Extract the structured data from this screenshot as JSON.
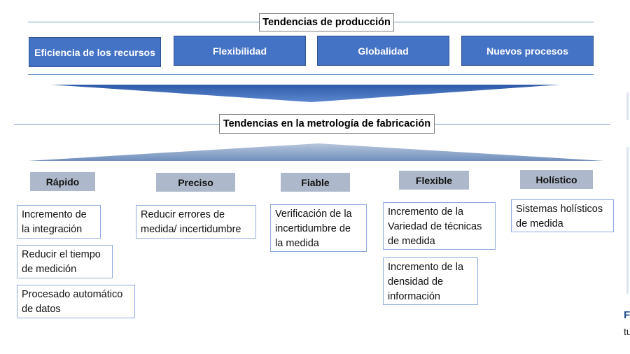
{
  "production": {
    "title": "Tendencias de producción",
    "trends": [
      "Eficiencia de los recursos",
      "Flexibilidad",
      "Globalidad",
      "Nuevos procesos"
    ]
  },
  "metrology": {
    "title": "Tendencias en la metrología de fabricación",
    "categories": [
      {
        "label": "Rápido",
        "items": [
          "Incremento de\nla integración",
          "Reducir el tiempo\nde medición",
          "Procesado automático\nde datos"
        ]
      },
      {
        "label": "Preciso",
        "items": [
          "Reducir errores de\nmedida/ incertidumbre"
        ]
      },
      {
        "label": "Fiable",
        "items": [
          "Verificación de la\nincertidumbre de\nla medida"
        ]
      },
      {
        "label": "Flexible",
        "items": [
          "Incremento de la\nVariedad de técnicas\nde medida",
          "Incremento de la\ndensidad de\ninformación"
        ]
      },
      {
        "label": "Holístico",
        "items": [
          "Sistemas holísticos\nde medida"
        ]
      }
    ]
  },
  "colors": {
    "trend_fill": "#4472c4",
    "category_fill": "#adb9ca",
    "item_border": "#8faadc",
    "line": "#7b9cc4"
  },
  "edge": {
    "caption_letter": "F",
    "caption_text": "tu"
  }
}
